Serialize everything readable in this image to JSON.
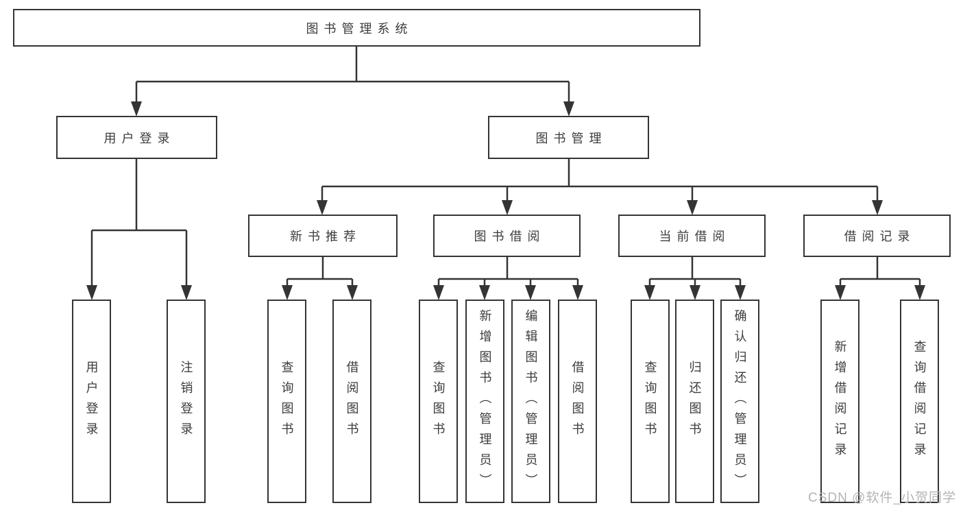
{
  "tree": {
    "label": "图书管理系统",
    "children": [
      {
        "label": "用户登录",
        "children": [
          {
            "label": "用户登录"
          },
          {
            "label": "注销登录"
          }
        ]
      },
      {
        "label": "图书管理",
        "children": [
          {
            "label": "新书推荐",
            "children": [
              {
                "label": "查询图书"
              },
              {
                "label": "借阅图书"
              }
            ]
          },
          {
            "label": "图书借阅",
            "children": [
              {
                "label": "查询图书"
              },
              {
                "label": "新增图书（管理员）"
              },
              {
                "label": "编辑图书（管理员）"
              },
              {
                "label": "借阅图书"
              }
            ]
          },
          {
            "label": "当前借阅",
            "children": [
              {
                "label": "查询图书"
              },
              {
                "label": "归还图书"
              },
              {
                "label": "确认归还（管理员）"
              }
            ]
          },
          {
            "label": "借阅记录",
            "children": [
              {
                "label": "新增借阅记录"
              },
              {
                "label": "查询借阅记录"
              }
            ]
          }
        ]
      }
    ]
  },
  "watermark": "CSDN @软件_小贺同学",
  "colors": {
    "line": "#343434",
    "box_border": "#343434",
    "text": "#3c3c3c",
    "watermark": "#b4b4b4",
    "background": "#ffffff"
  }
}
